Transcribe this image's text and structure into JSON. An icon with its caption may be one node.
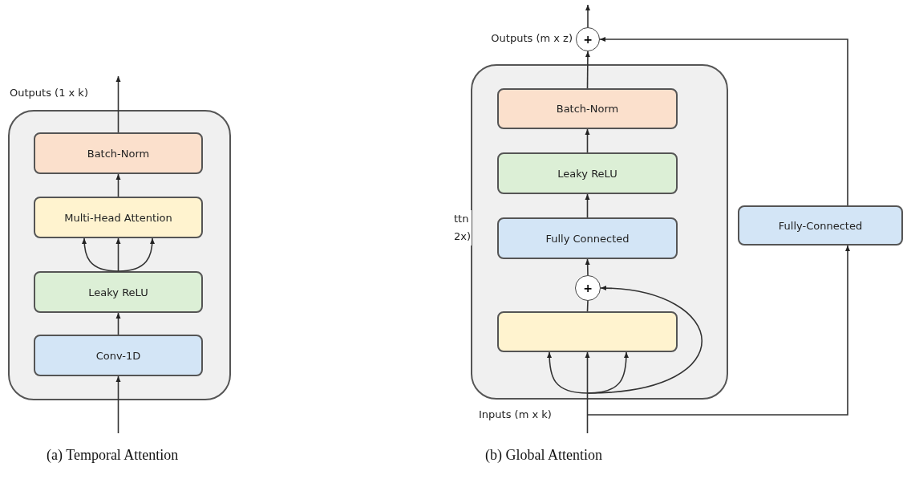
{
  "diagram": {
    "nodes": [
      {
        "text": [],
        "shape": "box"
      },
      {
        "text": [
          "Batch-Norm"
        ],
        "in": 0
      },
      {
        "text": [
          "Multi-Head Attention"
        ],
        "in": 0
      },
      {
        "text": [
          "Leaky ReLU"
        ],
        "in": 0
      },
      {
        "text": [
          "Conv-1D"
        ],
        "in": 0
      },
      {
        "text": [],
        "shape": "box"
      },
      {
        "text": [
          "Batch-Norm"
        ],
        "in": 5
      },
      {
        "text": [
          "Leaky ReLU"
        ],
        "in": 5
      },
      {
        "text": [
          "Fully Connected"
        ],
        "in": 5
      },
      {
        "text": [
          "+"
        ],
        "in": 5
      },
      {
        "text": [],
        "shape": "box",
        "in": 5
      },
      {
        "text": [
          "+"
        ],
        "beside": [
          "Outputs (m x z)"
        ]
      },
      {
        "text": [
          "Fully-Connected"
        ]
      }
    ],
    "edges": [
      {
        "from": null,
        "to": 4,
        "arrow": "to"
      },
      {
        "from": 4,
        "to": 3,
        "arrow": "to"
      },
      {
        "from": 3,
        "to": 2,
        "arrow": "to"
      },
      {
        "from": 3,
        "to": 2,
        "arrow": "to"
      },
      {
        "from": 3,
        "to": 2,
        "arrow": "to"
      },
      {
        "from": 2,
        "to": 1,
        "arrow": "to"
      },
      {
        "from": 1,
        "to": null,
        "arrow": "to"
      },
      {
        "from": null,
        "to": 10,
        "arrow": "to"
      },
      {
        "from": null,
        "to": 10,
        "arrow": "to"
      },
      {
        "from": null,
        "to": 10,
        "arrow": "to"
      },
      {
        "from": null,
        "to": 9,
        "arrow": "to"
      },
      {
        "from": 10,
        "to": 9,
        "arrow": "none"
      },
      {
        "from": 9,
        "to": 8,
        "arrow": "to"
      },
      {
        "from": 8,
        "to": 7,
        "arrow": "to"
      },
      {
        "from": 7,
        "to": 6,
        "arrow": "to"
      },
      {
        "from": 6,
        "to": 11,
        "arrow": "to"
      },
      {
        "from": null,
        "to": 12,
        "arrow": "to"
      },
      {
        "from": 12,
        "to": 11,
        "arrow": "to"
      },
      {
        "from": 11,
        "to": null,
        "arrow": "to"
      }
    ],
    "labels": [
      "Outputs (1 x k)",
      "ttn 2x)",
      "Inputs (m x k)",
      "(a) Temporal Attention",
      "(b) Global Attention"
    ]
  }
}
